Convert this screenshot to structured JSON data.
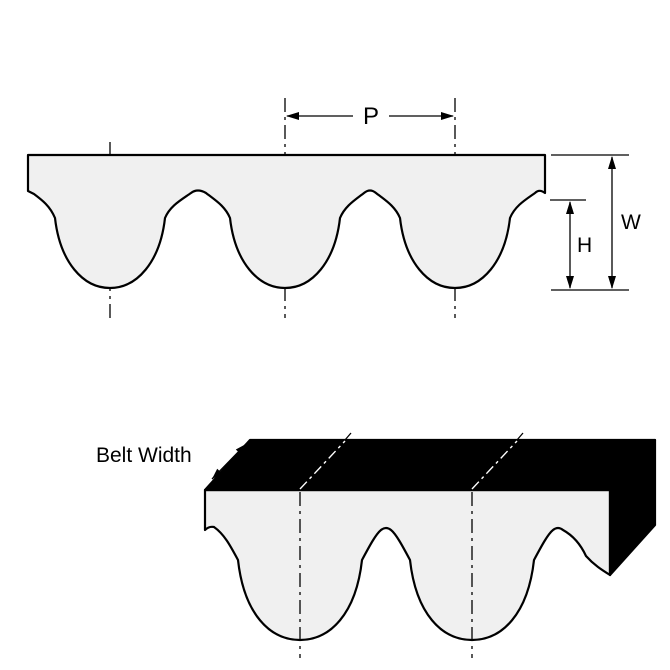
{
  "diagram": {
    "type": "timing-belt-profile-drawing",
    "labels": {
      "pitch": "P",
      "belt_thickness": "W",
      "tooth_height": "H",
      "belt_width": "Belt Width"
    },
    "colors": {
      "line": "#000000",
      "belt_fill": "#f0f0f0",
      "solid_face": "#000000",
      "background": "#ffffff"
    }
  }
}
